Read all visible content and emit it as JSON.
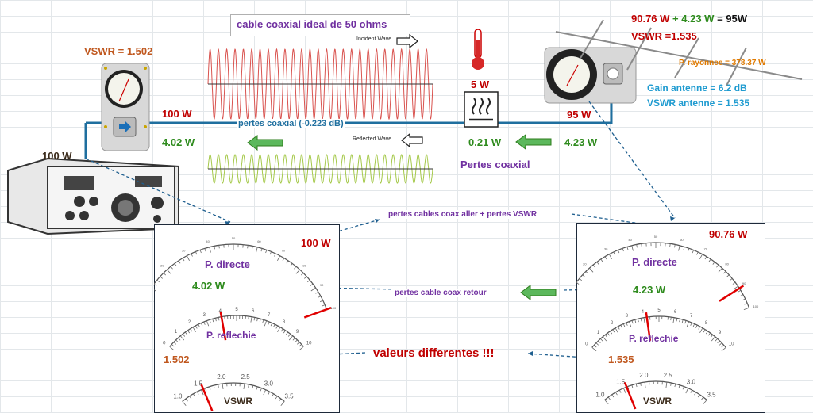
{
  "title": "cable coaxial ideal de 50 ohms",
  "incident_wave": "Incident Wave",
  "reflected_wave": "Reflected Wave",
  "left_vswr": "VSWR = 1.502",
  "tx_power": "100 W",
  "line_forward": "100 W",
  "line_reflected": "4.02 W",
  "coax_losses": "pertes coaxial (-0.223 dB)",
  "heat_watts": "5 W",
  "reflected_loss": "0.21 W",
  "coax_label": "Pertes coaxial",
  "antenna_forward": "95 W",
  "antenna_reflected": "4.23 W",
  "top_eq_a": "90.76 W",
  "top_eq_plus": "+",
  "top_eq_b": "4.23 W",
  "top_eq_eq": "=",
  "top_eq_total": "95W",
  "right_vswr": "VSWR =1.535",
  "radiated": "P. rayonnee = 378.37 W",
  "gain": "Gain antenne = 6.2 dB",
  "ant_vswr": "VSWR antenne = 1.535",
  "note_forward": "pertes cables coax aller + pertes VSWR",
  "note_return": "pertes cable coax retour",
  "note_diff": "valeurs differentes !!!",
  "left_meter": {
    "forward_value": "100 W",
    "forward_label": "P. directe",
    "reflected_value": "4.02 W",
    "reflected_label": "P. reflechie",
    "vswr_value": "1.502",
    "vswr_label": "VSWR"
  },
  "right_meter": {
    "forward_value": "90.76 W",
    "forward_label": "P. directe",
    "reflected_value": "4.23 W",
    "reflected_label": "P. reflechie",
    "vswr_value": "1.535",
    "vswr_label": "VSWR"
  },
  "scale_reflected": [
    "0",
    "1",
    "2",
    "3",
    "4",
    "5",
    "6",
    "7",
    "8",
    "9",
    "10"
  ],
  "scale_vswr": [
    "1.0",
    "1.5",
    "2.0",
    "2.5",
    "3.0",
    "3.5"
  ],
  "colors": {
    "red": "#c00000",
    "green": "#2e8b1d",
    "purple": "#7030a0",
    "blue": "#1f9bd0",
    "cable": "#1f6f9f"
  }
}
